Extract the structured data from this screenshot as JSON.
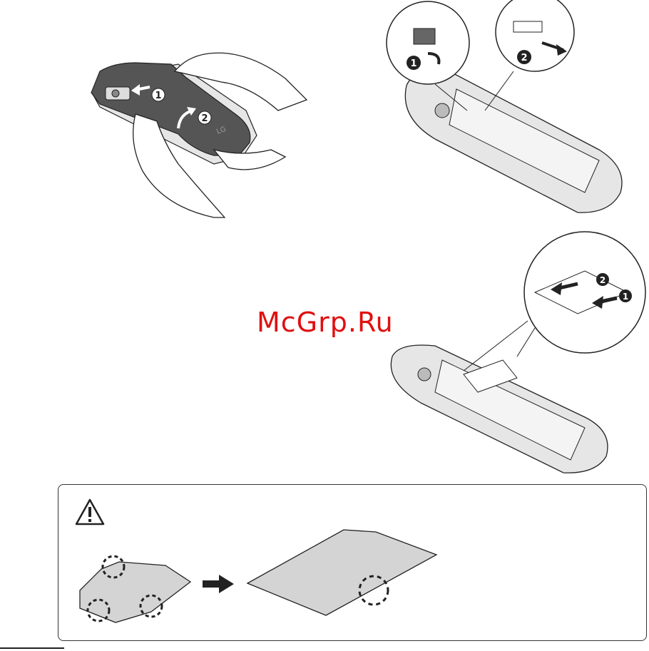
{
  "watermark": {
    "text": "McGrp.Ru",
    "color": "#e01010"
  },
  "remove_cover": {
    "step1": "1",
    "step2": "2",
    "brand": "LG"
  },
  "open_holder": {
    "step1": "1",
    "step2": "2"
  },
  "insert_sim": {
    "step1": "1",
    "step2": "2"
  },
  "caution": {
    "icon": "warning-triangle-icon"
  },
  "colors": {
    "line": "#222222",
    "cover": "#555555",
    "phone_body": "#e6e6e6",
    "card": "#d4d4d4"
  }
}
